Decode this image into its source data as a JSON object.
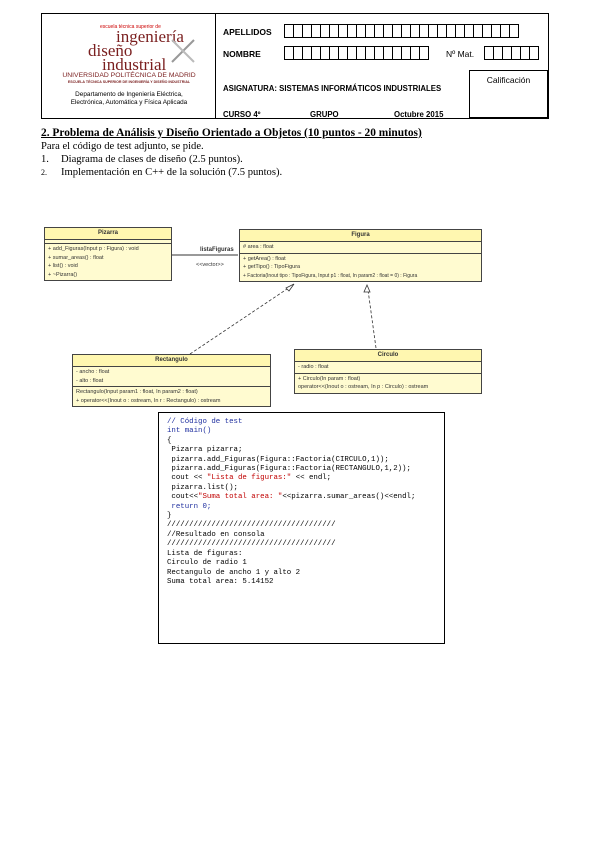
{
  "header": {
    "logo_small_top": "escuela técnica superior de",
    "logo_line1": "ingeniería",
    "logo_line2": "diseño",
    "logo_line3": "industrial",
    "university": "UNIVERSIDAD POLITÉCNICA DE MADRID",
    "school": "ESCUELA TÉCNICA SUPERIOR DE INGENIERÍA Y DISEÑO INDUSTRIAL",
    "department": "Departamento de Ingeniería Eléctrica, Electrónica, Automática y Física Aplicada",
    "apellidos_label": "APELLIDOS",
    "nombre_label": "NOMBRE",
    "nmat_label": "Nº Mat.",
    "calificacion_label": "Calificación",
    "asignatura": "ASIGNATURA: SISTEMAS INFORMÁTICOS INDUSTRIALES",
    "curso": "CURSO 4º",
    "grupo": "GRUPO",
    "fecha": "Octubre 2015"
  },
  "problem": {
    "title": "2. Problema de Análisis y Diseño Orientado a Objetos (10 puntos - 20 minutos)",
    "intro": "Para el código de test adjunto, se pide.",
    "items": [
      {
        "num": "1.",
        "text": "Diagrama de clases de diseño (2.5 puntos)."
      },
      {
        "num": "2.",
        "text": "Implementación en C++ de la solución (7.5 puntos)."
      }
    ]
  },
  "uml": {
    "pizarra": {
      "name": "Pizarra",
      "ops": [
        "+ add_Figuras(Input p : Figura) : void",
        "+ sumar_areas() : float",
        "+ list() : void",
        "+ ~Pizarra()"
      ]
    },
    "figura": {
      "name": "Figura",
      "attrs": [
        "# area : float"
      ],
      "ops": [
        "+ getArea() : float",
        "+ getTipo() : TipoFigura",
        "+ Factoria(Inout tipo : TipoFigura, Input p1 : float, In param2 : float = 0) : Figura"
      ]
    },
    "rectangulo": {
      "name": "Rectangulo",
      "attrs": [
        "- ancho : float",
        "- alto : float"
      ],
      "ops": [
        "Rectangulo(Input param1 : float, In param2 : float)",
        "+ operator<<(Inout o : ostream, In r : Rectangulo) : ostream"
      ]
    },
    "circulo": {
      "name": "Circulo",
      "attrs": [
        "- radio : float"
      ],
      "ops": [
        "+ Circulo(In param : float)",
        "operator<<(Inout o : ostream, In p : Circulo) : ostream"
      ]
    },
    "assoc_label": "listaFiguras",
    "assoc_stereo": "<<vector>>"
  },
  "code": {
    "lines": [
      "// Código de test",
      "int main()",
      "{",
      " Pizarra pizarra;",
      " pizarra.add_Figuras(Figura::Factoria(CIRCULO,1));",
      " pizarra.add_Figuras(Figura::Factoria(RECTANGULO,1,2));",
      "",
      " cout << \"Lista de figuras:\" << endl;",
      " pizarra.list();",
      " cout<<\"Suma total area: \"<<pizarra.sumar_areas()<<endl;",
      "",
      " return 0;",
      "}",
      "//////////////////////////////////////",
      "//Resultado en consola",
      "//////////////////////////////////////",
      "Lista de figuras:",
      "Circulo de radio 1",
      "Rectangulo de ancho 1 y alto 2",
      "Suma total area: 5.14152"
    ]
  }
}
